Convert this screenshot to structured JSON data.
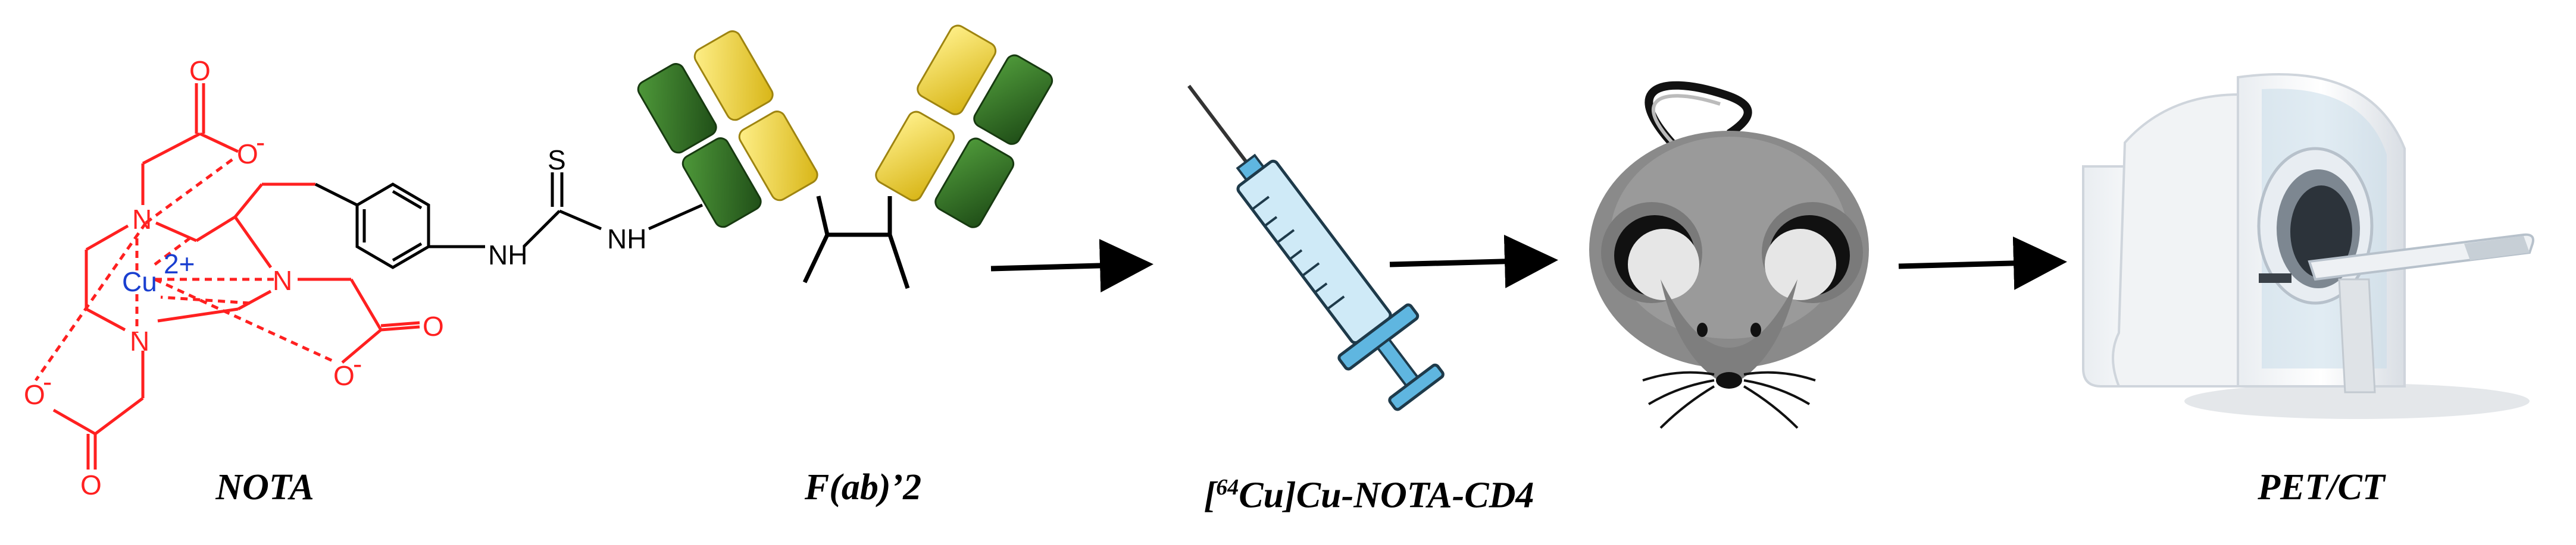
{
  "chem": {
    "o_top": "O",
    "o_minus_top": "O",
    "o_right": "O",
    "o_minus_right": "O",
    "o_minus_left": "O",
    "o_bottom": "O",
    "n_top": "N",
    "n_right": "N",
    "n_bottom": "N",
    "cu": "Cu",
    "cu_charge": "2+",
    "minus": "-",
    "s": "S",
    "nh1": "NH",
    "nh2": "NH"
  },
  "captions": {
    "nota": "NOTA",
    "fab": "F(ab)’2",
    "tracer_open": "[",
    "tracer_sup": "64",
    "tracer_rest": "Cu]Cu-NOTA-CD4",
    "petct": "PET/CT"
  },
  "colors": {
    "chelator_red": "#ff2020",
    "copper_blue": "#1a3fd0",
    "heavy_chain_green": "#2f6b22",
    "light_chain_yellow": "#f2d52a",
    "syringe_blue": "#5fb6e0",
    "mouse_gray": "#8a8a8a"
  }
}
